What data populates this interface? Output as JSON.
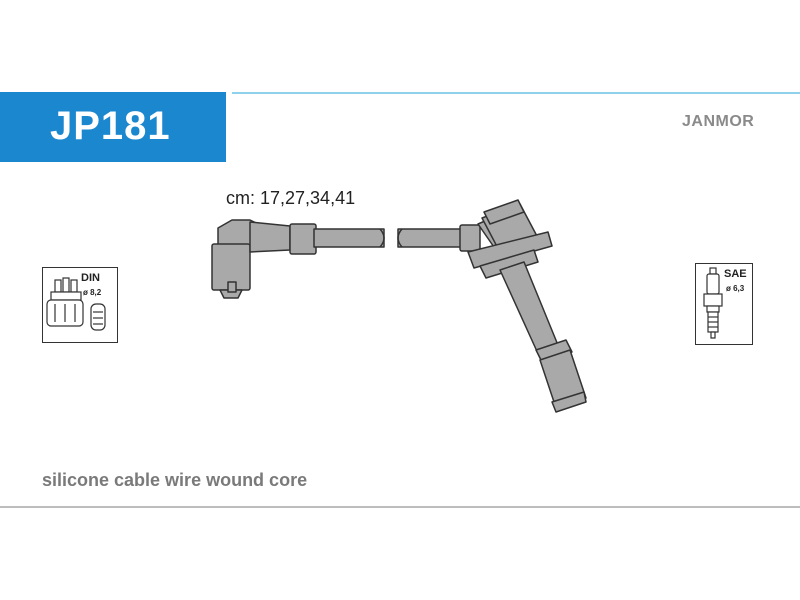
{
  "header": {
    "code": "JP181",
    "brand": "JANMOR"
  },
  "wire": {
    "lengths_label": "cm: 17,27,34,41"
  },
  "symbols": {
    "distributor": {
      "label": "DIN",
      "diameter": "ø 8,2"
    },
    "spark_plug": {
      "label": "SAE",
      "diameter": "ø 6,3"
    }
  },
  "footer": {
    "description": "silicone cable wire wound core"
  },
  "colors": {
    "accent": "#1a87cf",
    "rule": "#8fd0ea",
    "part_fill": "#a9a9a9",
    "part_stroke": "#333333"
  }
}
